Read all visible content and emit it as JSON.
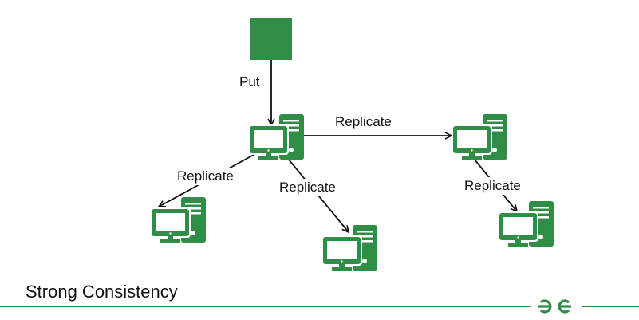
{
  "title": "Strong Consistency",
  "labels": {
    "put": "Put",
    "replicate_1": "Replicate",
    "replicate_2": "Replicate",
    "replicate_3": "Replicate",
    "replicate_4": "Replicate"
  },
  "colors": {
    "accent": "#2f8d46",
    "arrow": "#111111",
    "footer_line": "#2f8d46"
  },
  "logo": "GeeksforGeeks",
  "icons": [
    "data-block",
    "computer-icon"
  ]
}
